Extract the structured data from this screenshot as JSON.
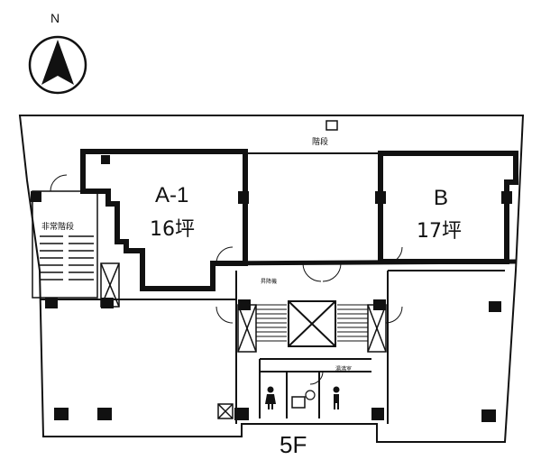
{
  "compass": {
    "label": "N"
  },
  "units": [
    {
      "name": "A-1",
      "size": "16坪"
    },
    {
      "name": "B",
      "size": "17坪"
    }
  ],
  "labels": {
    "emergency_stairs": "非常階段",
    "stairs": "階段",
    "elevator_hall": "昇降機",
    "small_sign": "湯沸室"
  },
  "floor": {
    "label": "5F"
  }
}
